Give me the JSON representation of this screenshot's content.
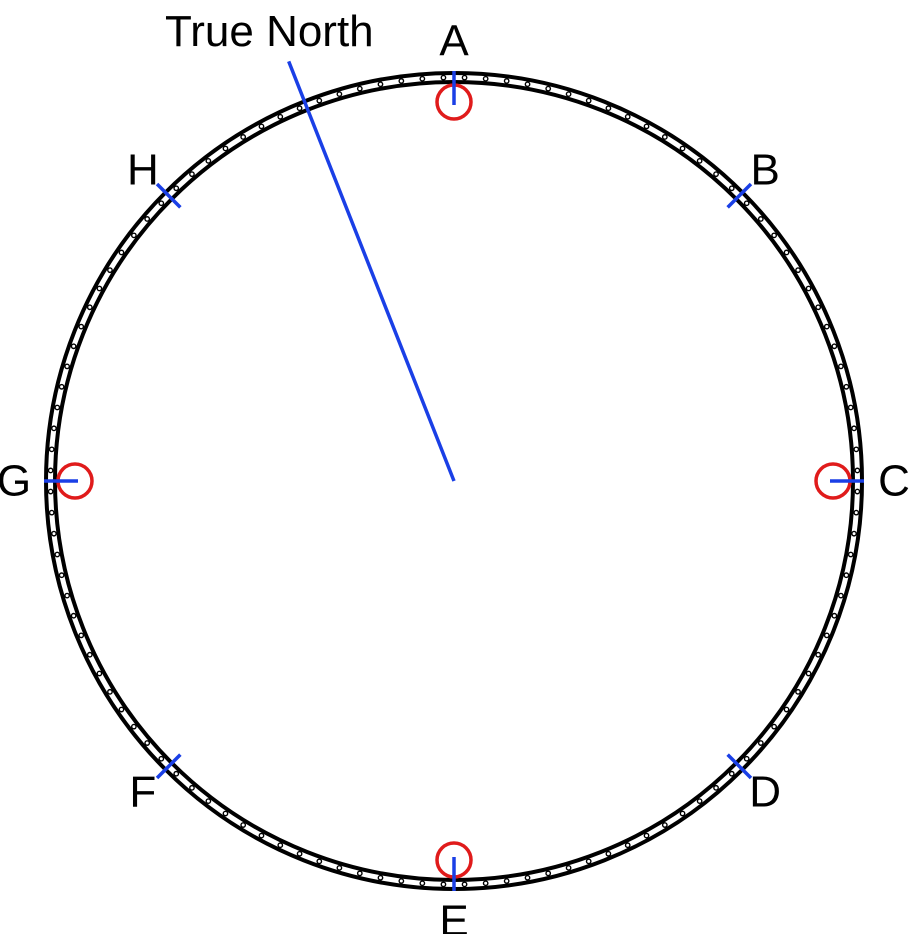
{
  "title": "True North",
  "points": [
    {
      "label": "A",
      "angle_deg": 0,
      "circle": true
    },
    {
      "label": "B",
      "angle_deg": 45,
      "circle": false
    },
    {
      "label": "C",
      "angle_deg": 90,
      "circle": true
    },
    {
      "label": "D",
      "angle_deg": 135,
      "circle": false
    },
    {
      "label": "E",
      "angle_deg": 180,
      "circle": true
    },
    {
      "label": "F",
      "angle_deg": 225,
      "circle": false
    },
    {
      "label": "G",
      "angle_deg": 270,
      "circle": true
    },
    {
      "label": "H",
      "angle_deg": 315,
      "circle": false
    }
  ],
  "true_north_angle_deg": -21.5,
  "bolt_count": 120,
  "colors": {
    "ring": "#000000",
    "tick": "#1a3fe6",
    "north_line": "#1a3fe6",
    "marker_circle": "#e01b1b",
    "text": "#000000"
  }
}
